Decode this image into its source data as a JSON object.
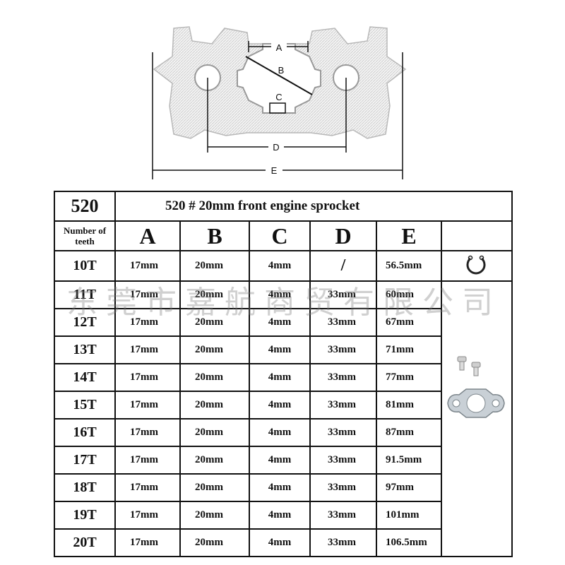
{
  "diagram": {
    "labels": {
      "a": "A",
      "b": "B",
      "c": "C",
      "d": "D",
      "e": "E"
    },
    "icons": [
      "front-sprocket-drawing",
      "dimension-line"
    ]
  },
  "table": {
    "model": "520",
    "title": "520 # 20mm front engine sprocket",
    "teeth_label": "Number of teeth",
    "columns": [
      "A",
      "B",
      "C",
      "D",
      "E"
    ],
    "rows": [
      {
        "teeth": "10T",
        "a": "17mm",
        "b": "20mm",
        "c": "4mm",
        "d": "/",
        "e": "56.5mm"
      },
      {
        "teeth": "11T",
        "a": "17mm",
        "b": "20mm",
        "c": "4mm",
        "d": "33mm",
        "e": "60mm"
      },
      {
        "teeth": "12T",
        "a": "17mm",
        "b": "20mm",
        "c": "4mm",
        "d": "33mm",
        "e": "67mm"
      },
      {
        "teeth": "13T",
        "a": "17mm",
        "b": "20mm",
        "c": "4mm",
        "d": "33mm",
        "e": "71mm"
      },
      {
        "teeth": "14T",
        "a": "17mm",
        "b": "20mm",
        "c": "4mm",
        "d": "33mm",
        "e": "77mm"
      },
      {
        "teeth": "15T",
        "a": "17mm",
        "b": "20mm",
        "c": "4mm",
        "d": "33mm",
        "e": "81mm"
      },
      {
        "teeth": "16T",
        "a": "17mm",
        "b": "20mm",
        "c": "4mm",
        "d": "33mm",
        "e": "87mm"
      },
      {
        "teeth": "17T",
        "a": "17mm",
        "b": "20mm",
        "c": "4mm",
        "d": "33mm",
        "e": "91.5mm"
      },
      {
        "teeth": "18T",
        "a": "17mm",
        "b": "20mm",
        "c": "4mm",
        "d": "33mm",
        "e": "97mm"
      },
      {
        "teeth": "19T",
        "a": "17mm",
        "b": "20mm",
        "c": "4mm",
        "d": "33mm",
        "e": "101mm"
      },
      {
        "teeth": "20T",
        "a": "17mm",
        "b": "20mm",
        "c": "4mm",
        "d": "33mm",
        "e": "106.5mm"
      }
    ],
    "accessory_icons": [
      "circlip-icon",
      "bolt-icon",
      "locking-plate-icon"
    ]
  },
  "watermark": "东莞市嘉航商贸有限公司",
  "colors": {
    "heading_red": "#c0142a",
    "border": "#111111",
    "watermark_gray": "#888888"
  }
}
